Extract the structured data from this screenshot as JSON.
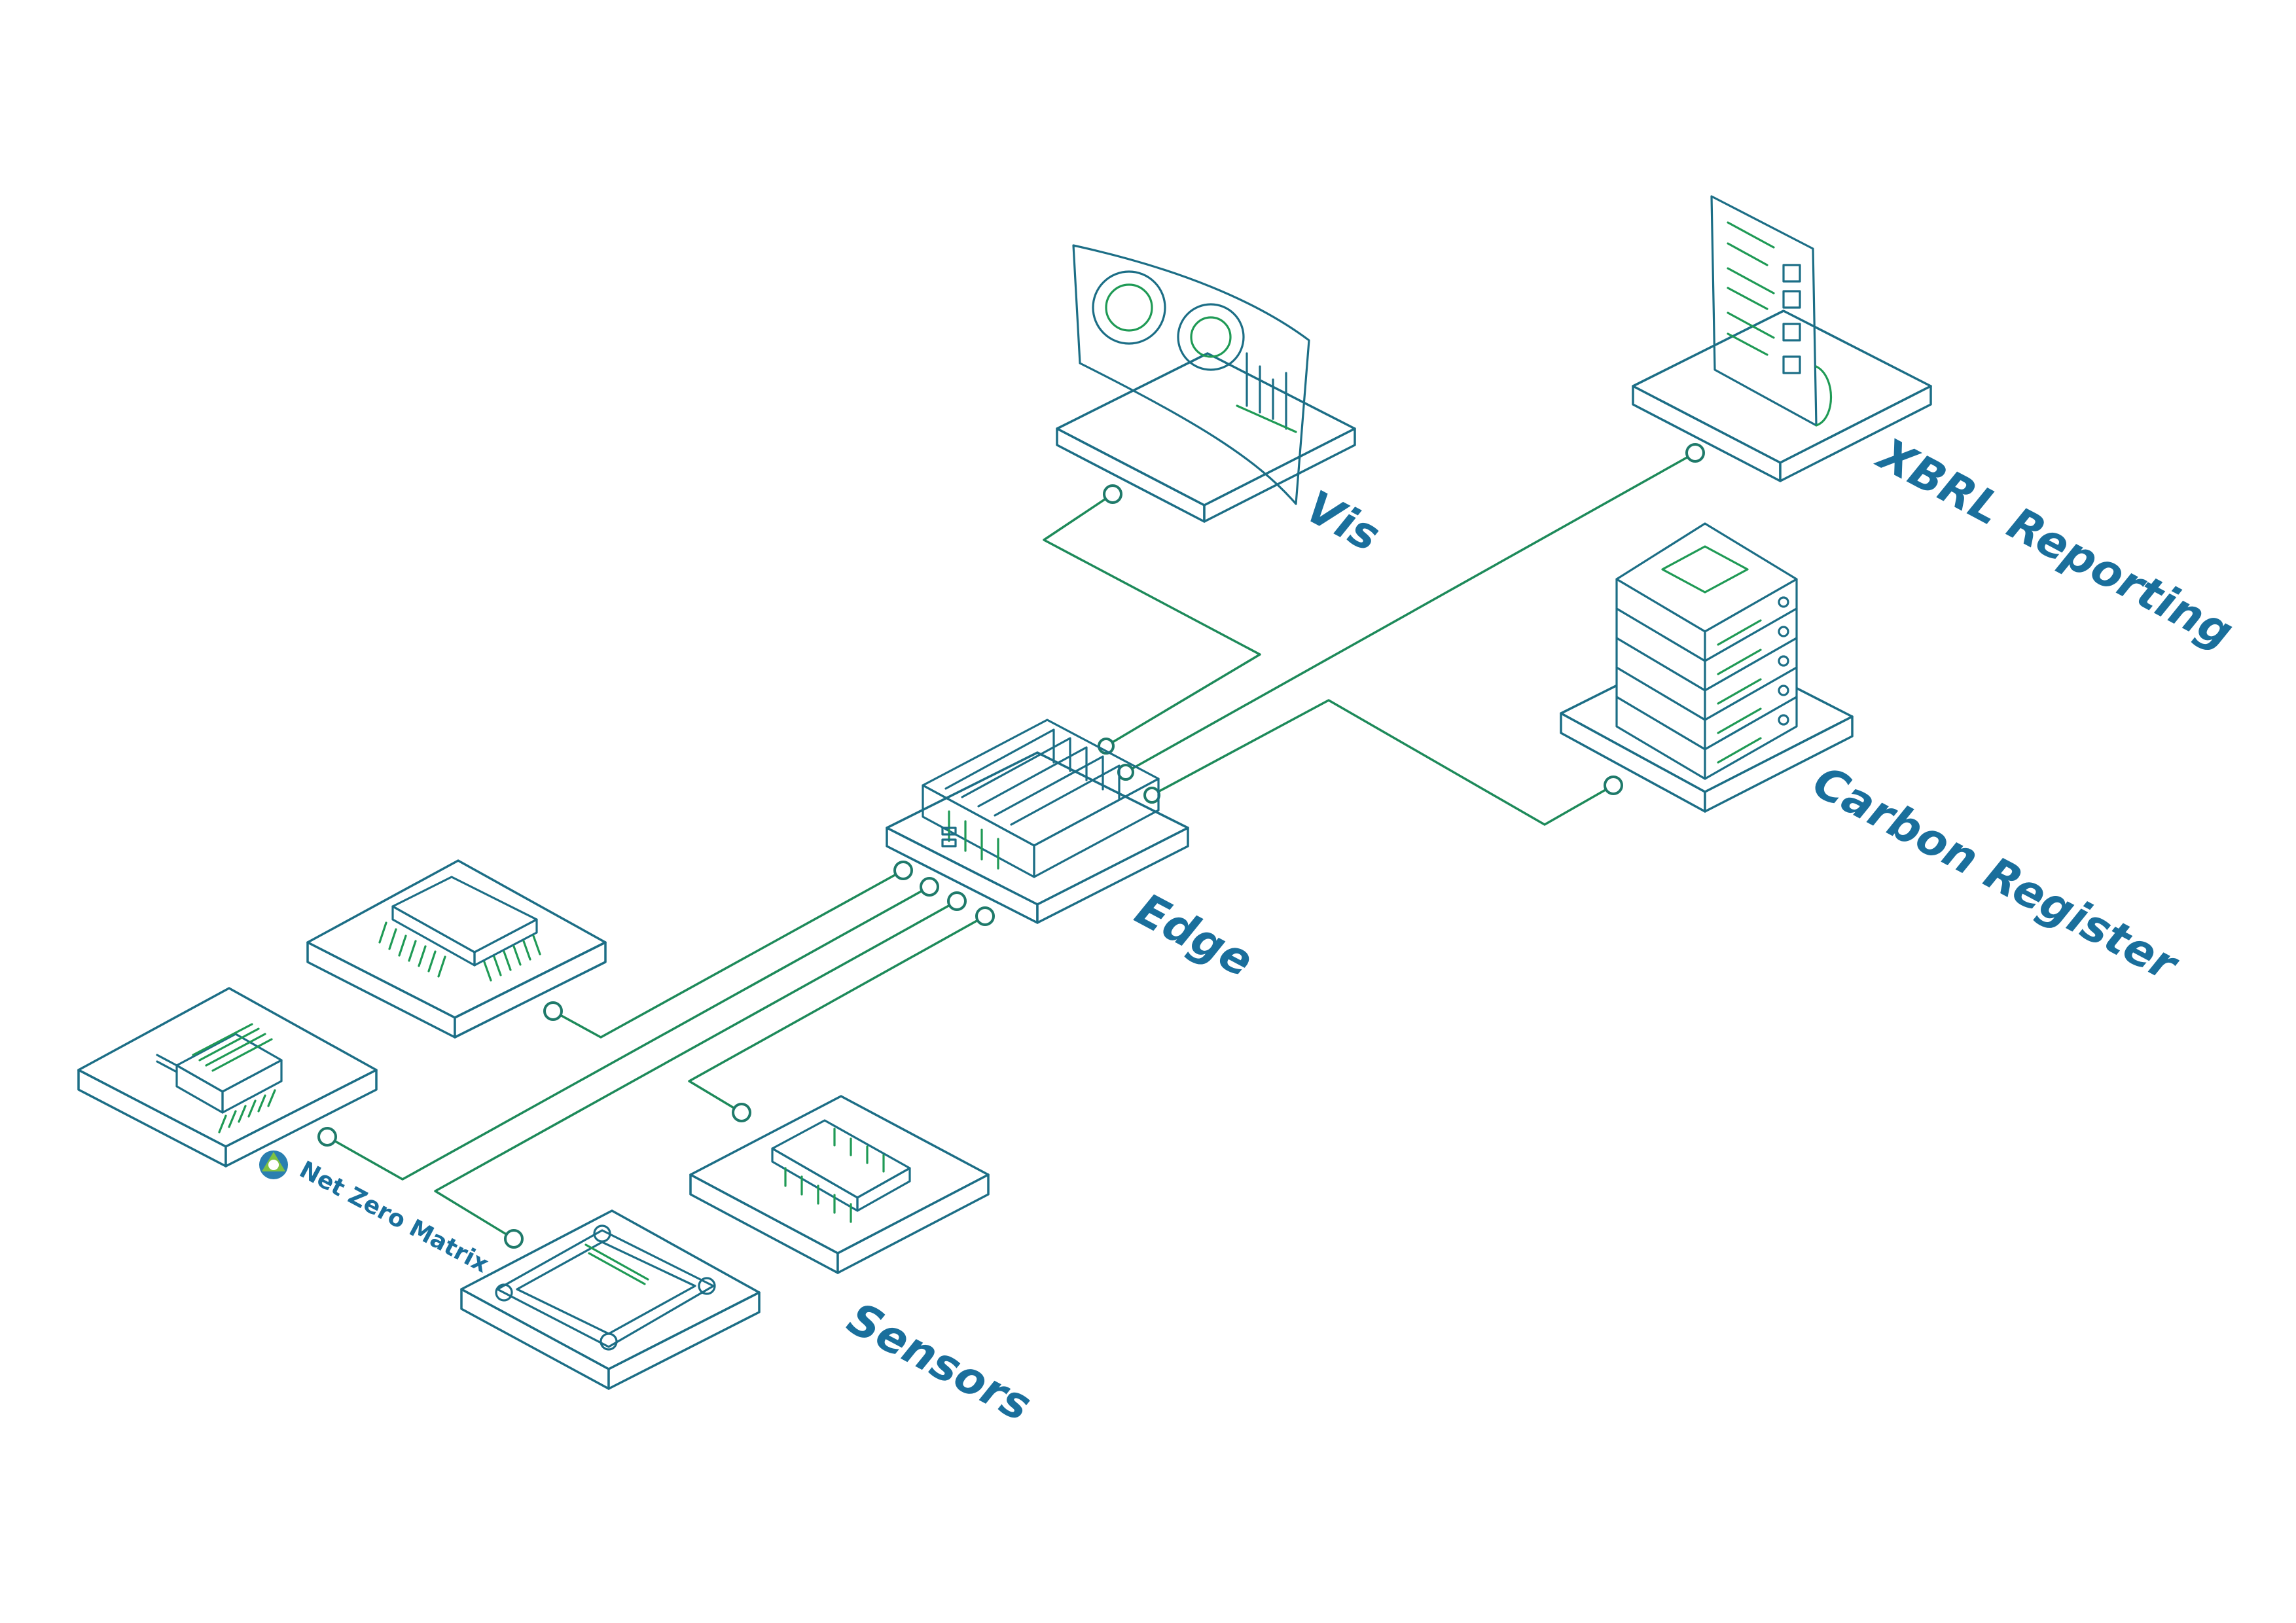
{
  "labels": {
    "vis": "Vis",
    "xbrl": "XBRL Reporting",
    "edge": "Edge",
    "carbon": "Carbon Register",
    "sensors": "Sensors",
    "brand": "Net Zero Matrix"
  },
  "colors": {
    "label_blue": "#1a6f9c",
    "line_green": "#1d8a5a",
    "line_teal": "#1c6e86",
    "background": "#ffffff"
  }
}
